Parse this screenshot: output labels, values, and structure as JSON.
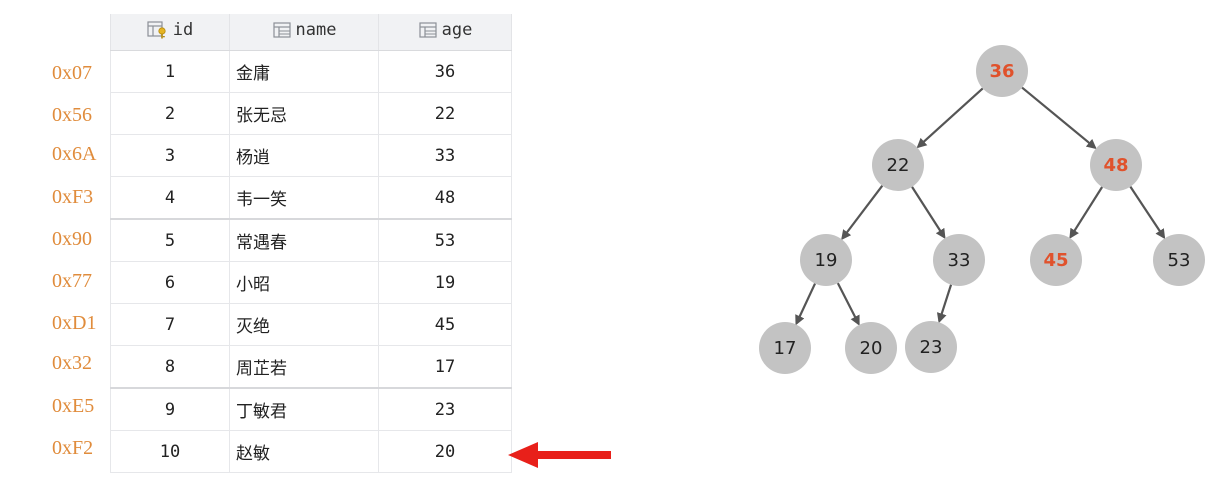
{
  "addresses": [
    "0x07",
    "0x56",
    "0x6A",
    "0xF3",
    "0x90",
    "0x77",
    "0xD1",
    "0x32",
    "0xE5",
    "0xF2"
  ],
  "table": {
    "headers": {
      "id": "id",
      "name": "name",
      "age": "age"
    },
    "rows": [
      {
        "id": "1",
        "name": "金庸",
        "age": "36"
      },
      {
        "id": "2",
        "name": "张无忌",
        "age": "22"
      },
      {
        "id": "3",
        "name": "杨逍",
        "age": "33"
      },
      {
        "id": "4",
        "name": "韦一笑",
        "age": "48"
      },
      {
        "id": "5",
        "name": "常遇春",
        "age": "53"
      },
      {
        "id": "6",
        "name": "小昭",
        "age": "19"
      },
      {
        "id": "7",
        "name": "灭绝",
        "age": "45"
      },
      {
        "id": "8",
        "name": "周芷若",
        "age": "17"
      },
      {
        "id": "9",
        "name": "丁敏君",
        "age": "23"
      },
      {
        "id": "10",
        "name": "赵敏",
        "age": "20"
      }
    ]
  },
  "pointer": {
    "icon": "left-arrow-icon",
    "color": "#e8201a",
    "target_row": "10"
  },
  "tree": {
    "node_fill": "#c3c3c3",
    "highlight_color": "#e0522c",
    "edge_color": "#555555",
    "nodes": [
      {
        "key": "n36",
        "label": "36",
        "highlight": true
      },
      {
        "key": "n22",
        "label": "22",
        "highlight": false
      },
      {
        "key": "n48",
        "label": "48",
        "highlight": true
      },
      {
        "key": "n19",
        "label": "19",
        "highlight": false
      },
      {
        "key": "n33",
        "label": "33",
        "highlight": false
      },
      {
        "key": "n45",
        "label": "45",
        "highlight": true
      },
      {
        "key": "n53",
        "label": "53",
        "highlight": false
      },
      {
        "key": "n17",
        "label": "17",
        "highlight": false
      },
      {
        "key": "n20",
        "label": "20",
        "highlight": false
      },
      {
        "key": "n23",
        "label": "23",
        "highlight": false
      }
    ],
    "edges": [
      [
        "n36",
        "n22"
      ],
      [
        "n36",
        "n48"
      ],
      [
        "n22",
        "n19"
      ],
      [
        "n22",
        "n33"
      ],
      [
        "n48",
        "n45"
      ],
      [
        "n48",
        "n53"
      ],
      [
        "n19",
        "n17"
      ],
      [
        "n19",
        "n20"
      ],
      [
        "n33",
        "n23"
      ]
    ]
  }
}
